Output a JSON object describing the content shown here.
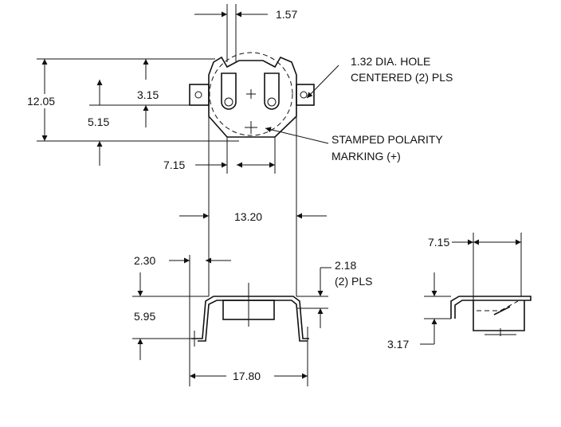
{
  "dimensions": {
    "lead_spacing": "1.57",
    "overall_height": "12.05",
    "hole_offset": "3.15",
    "lower_offset": "5.15",
    "center_width": "7.15",
    "body_width": "13.20",
    "tab_inset": "2.30",
    "tab_height": "2.18",
    "tab_height_note": "(2) PLS",
    "side_height": "5.95",
    "overall_width": "17.80",
    "side_view_width": "7.15",
    "side_view_height": "3.17"
  },
  "notes": {
    "hole_line1": "1.32  DIA. HOLE",
    "hole_line2": "CENTERED (2) PLS",
    "polarity_line1": "STAMPED POLARITY",
    "polarity_line2": "MARKING (+)"
  },
  "symbols": {
    "plus": "+"
  }
}
